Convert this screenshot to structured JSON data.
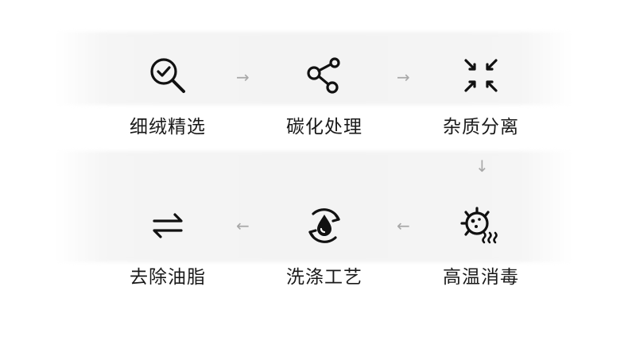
{
  "steps": [
    {
      "label": "细绒精选",
      "icon": "magnifier-check-icon"
    },
    {
      "label": "碳化处理",
      "icon": "molecule-nodes-icon"
    },
    {
      "label": "杂质分离",
      "icon": "scatter-arrows-icon"
    },
    {
      "label": "高温消毒",
      "icon": "bacteria-heat-icon"
    },
    {
      "label": "洗涤工艺",
      "icon": "water-drop-cycle-icon"
    },
    {
      "label": "去除油脂",
      "icon": "swap-arrows-icon"
    }
  ],
  "arrows": {
    "right": "→",
    "down": "↓",
    "left": "←"
  },
  "colors": {
    "icon": "#111111",
    "text": "#1a1a1a",
    "arrow": "#a8a8a8"
  }
}
